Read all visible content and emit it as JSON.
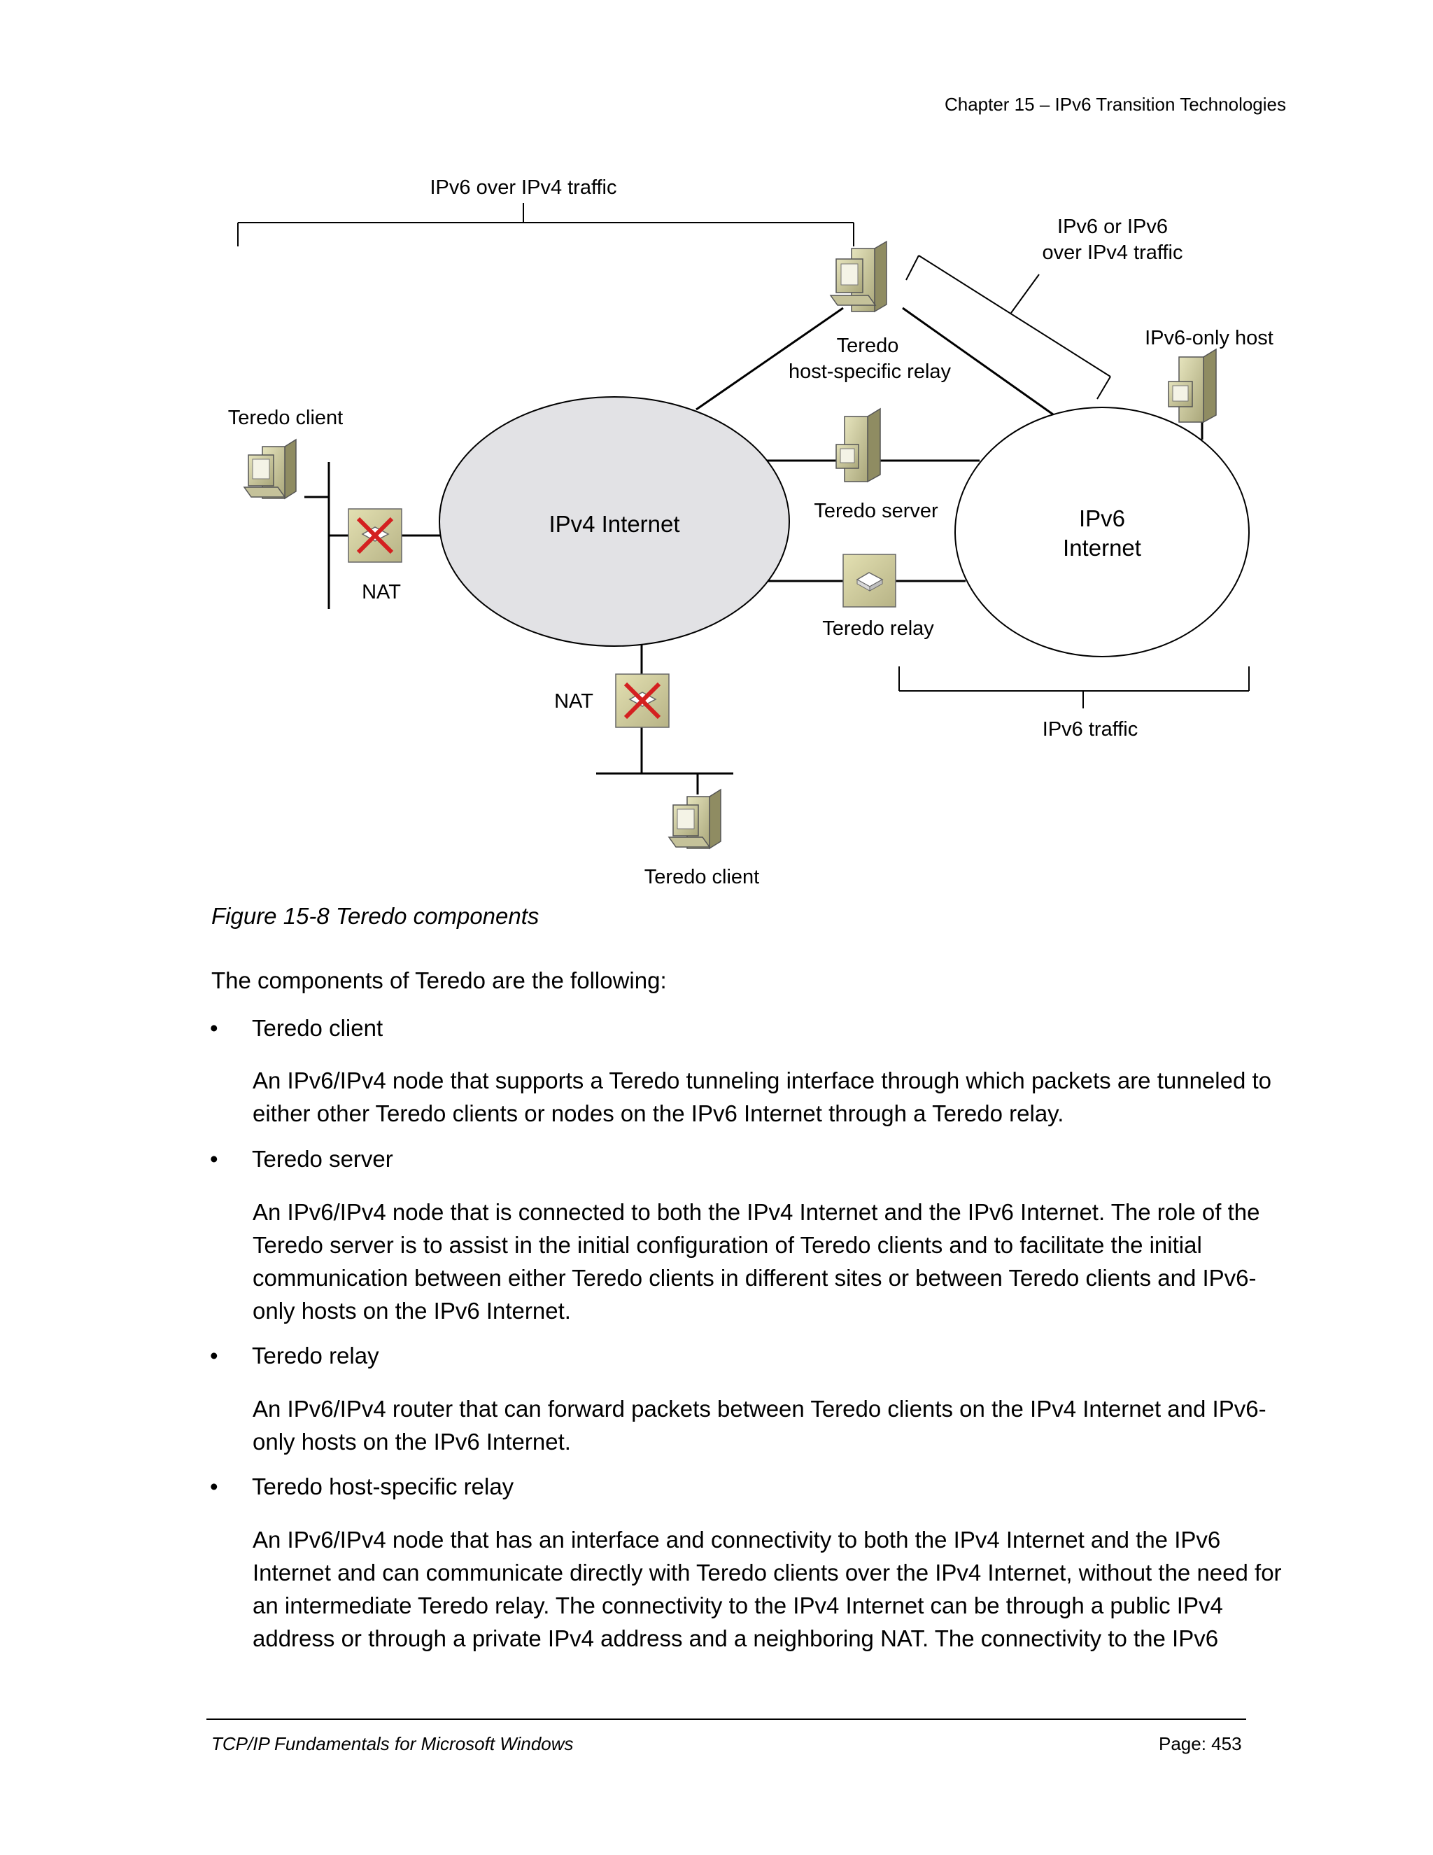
{
  "header": {
    "running_title": "Chapter 15 – IPv6 Transition Technologies"
  },
  "figure": {
    "caption": "Figure 15-8  Teredo components",
    "labels": {
      "ipv6_over_ipv4": "IPv6 over IPv4 traffic",
      "ipv6_or_ipv6_line1": "IPv6 or IPv6",
      "ipv6_or_ipv6_line2": "over IPv4 traffic",
      "host_relay_line1": "Teredo",
      "host_relay_line2": "host-specific relay",
      "ipv6_only_host": "IPv6-only host",
      "teredo_client_left": "Teredo client",
      "nat_left": "NAT",
      "ipv4_internet": "IPv4 Internet",
      "teredo_server": "Teredo server",
      "ipv6_internet_line1": "IPv6",
      "ipv6_internet_line2": "Internet",
      "teredo_relay": "Teredo relay",
      "nat_bottom": "NAT",
      "ipv6_traffic": "IPv6 traffic",
      "teredo_client_bottom": "Teredo client"
    }
  },
  "body": {
    "intro": "The components of Teredo are the following:",
    "items": [
      {
        "term": "Teredo client",
        "description": "An IPv6/IPv4 node that supports a Teredo tunneling interface through which packets are tunneled to either other Teredo clients or nodes on the IPv6 Internet through a Teredo relay."
      },
      {
        "term": "Teredo server",
        "description": "An IPv6/IPv4 node that is connected to both the IPv4 Internet and the IPv6 Internet. The role of the Teredo server is to assist in the initial configuration of Teredo clients and to facilitate the initial communication between either Teredo clients in different sites or between Teredo clients and IPv6-only hosts on the IPv6 Internet."
      },
      {
        "term": "Teredo relay",
        "description": "An IPv6/IPv4 router that can forward packets between Teredo clients on the IPv4 Internet and IPv6-only hosts on the IPv6 Internet."
      },
      {
        "term": "Teredo host-specific relay",
        "description": "An IPv6/IPv4 node that has an interface and connectivity to both the IPv4 Internet and the IPv6 Internet and can communicate directly with Teredo clients over the IPv4 Internet, without the need for an intermediate Teredo relay. The connectivity to the IPv4 Internet can be through a public IPv4 address or through a private IPv4 address and a neighboring NAT. The connectivity to the IPv6"
      }
    ]
  },
  "footer": {
    "book_title": "TCP/IP Fundamentals for Microsoft Windows",
    "page": "Page: 453"
  }
}
